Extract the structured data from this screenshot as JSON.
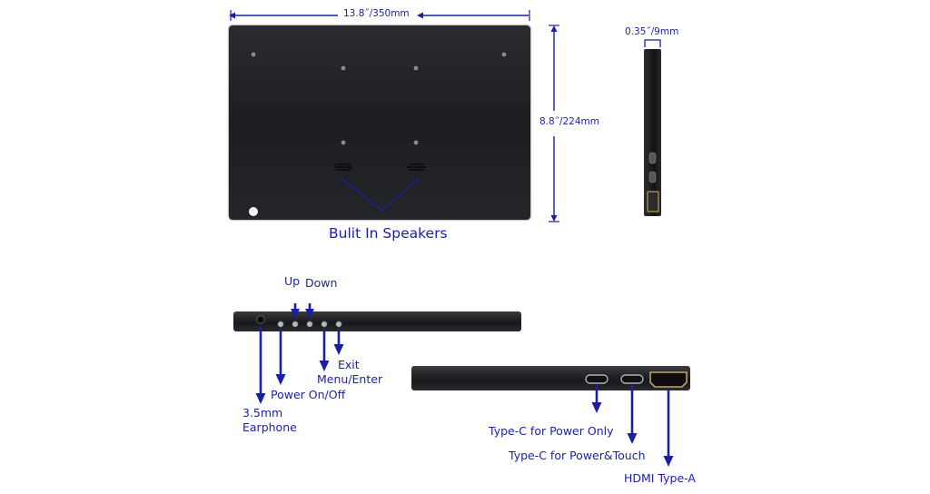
{
  "dimensions": {
    "width_label": "13.8˝/350mm",
    "height_label": "8.8˝/224mm",
    "depth_label": "0.35˝/9mm"
  },
  "back_view": {
    "speakers_label": "Bulit In Speakers"
  },
  "top_edge_buttons": {
    "up_label": "Up",
    "down_label": "Down",
    "exit_label": "Exit",
    "menu_label": "Menu/Enter",
    "power_label": "Power On/Off",
    "earphone_label_line1": "3.5mm",
    "earphone_label_line2": "Earphone"
  },
  "side_ports": {
    "typec_power_label": "Type-C for Power Only",
    "typec_touch_label": "Type-C for Power&Touch",
    "hdmi_label": "HDMI Type-A"
  },
  "colors": {
    "annotation": "#1a1fa8",
    "device_body": "#222327"
  }
}
